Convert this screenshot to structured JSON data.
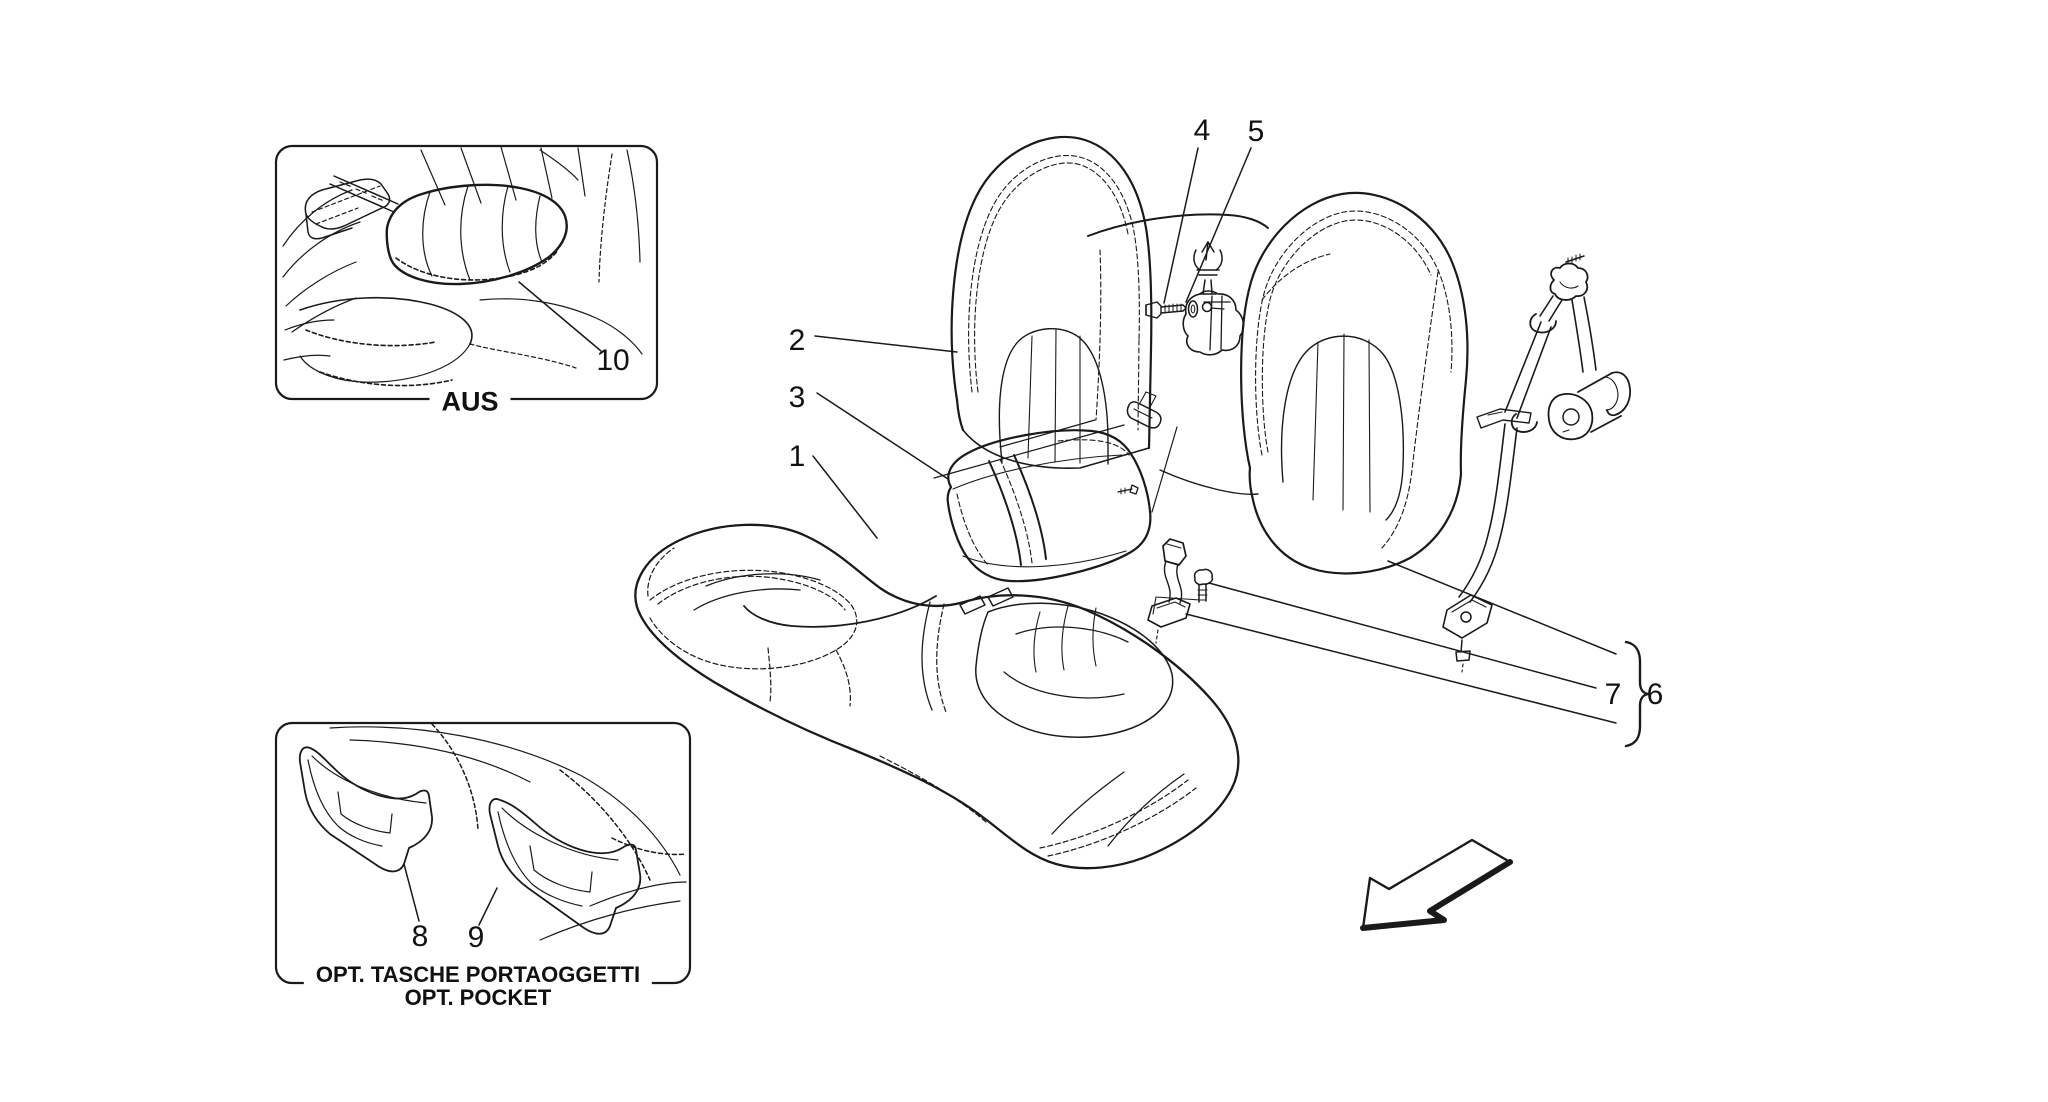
{
  "colors": {
    "background": "#ffffff",
    "line": "#1a1a1a"
  },
  "parts": {
    "p1": "1",
    "p2": "2",
    "p3": "3",
    "p4": "4",
    "p5": "5",
    "p6": "6",
    "p7": "7",
    "p8": "8",
    "p9": "9",
    "p10": "10"
  },
  "insets": {
    "aus": {
      "caption": "AUS"
    },
    "pockets": {
      "caption_line1": "OPT. TASCHE PORTAOGGETTI",
      "caption_line2": "OPT. POCKET"
    }
  }
}
